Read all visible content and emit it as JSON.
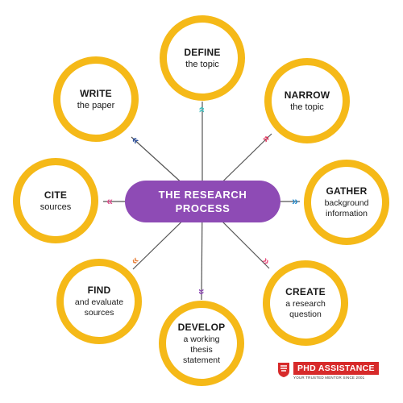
{
  "center": {
    "line1": "THE RESEARCH",
    "line2": "PROCESS"
  },
  "steps": [
    {
      "title": "DEFINE",
      "subtitle": "the topic",
      "arrow_color": "#3cbfbf"
    },
    {
      "title": "NARROW",
      "subtitle": "the topic",
      "arrow_color": "#e0325a"
    },
    {
      "title": "GATHER",
      "subtitle": "background information",
      "arrow_color": "#2a8fd0"
    },
    {
      "title": "CREATE",
      "subtitle": "a research question",
      "arrow_color": "#e8507e"
    },
    {
      "title": "DEVELOP",
      "subtitle": "a working thesis statement",
      "arrow_color": "#8e4bb5"
    },
    {
      "title": "FIND",
      "subtitle": "and evaluate sources",
      "arrow_color": "#e8803a"
    },
    {
      "title": "CITE",
      "subtitle": "sources",
      "arrow_color": "#e0508e"
    },
    {
      "title": "WRITE",
      "subtitle": "the paper",
      "arrow_color": "#2a4fa0"
    }
  ],
  "colors": {
    "circle_ring": "#f5b918",
    "center_fill": "#8e4bb5",
    "connector": "#555555",
    "logo_red": "#d72a2a"
  },
  "logo": {
    "name": "PHD ASSISTANCE",
    "tagline": "YOUR TRUSTED MENTOR SINCE 2001"
  }
}
